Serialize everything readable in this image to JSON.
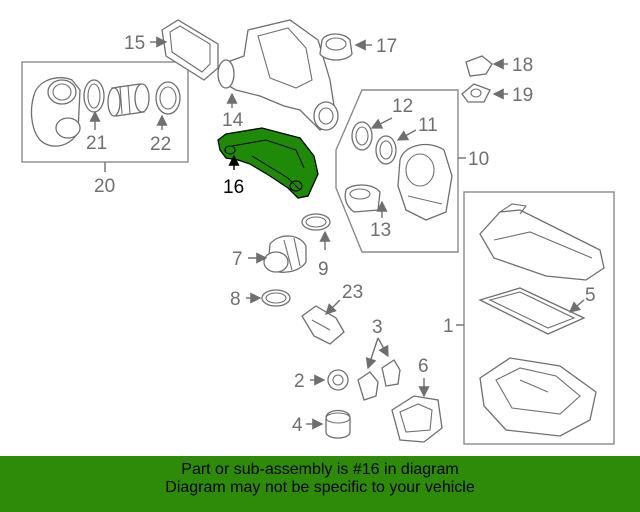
{
  "colors": {
    "highlight": "#1f8a08",
    "banner_bg": "#2e8b0a",
    "line": "#6f6f6f"
  },
  "labels": {
    "p1": "1",
    "p2": "2",
    "p3": "3",
    "p4": "4",
    "p5": "5",
    "p6": "6",
    "p7": "7",
    "p8": "8",
    "p9": "9",
    "p10": "10",
    "p11": "11",
    "p12": "12",
    "p13": "13",
    "p14": "14",
    "p15": "15",
    "p16": "16",
    "p17": "17",
    "p18": "18",
    "p19": "19",
    "p20": "20",
    "p21": "21",
    "p22": "22",
    "p23": "23"
  },
  "banner": {
    "line1": "Part or sub-assembly is #16 in diagram",
    "line2": "Diagram may not be specific to your vehicle"
  }
}
